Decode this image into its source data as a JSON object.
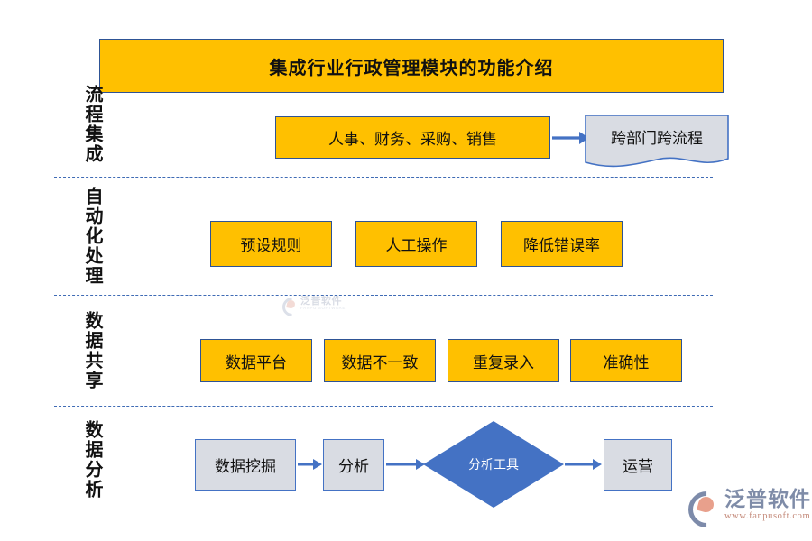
{
  "title": {
    "text": "集成行业行政管理模块的功能介绍"
  },
  "colors": {
    "accent_yellow": "#FFC000",
    "yellow_border": "#2E5395",
    "gray_fill": "#D9DCE3",
    "gray_border": "#4472C4",
    "diamond_fill": "#4472C4",
    "arrow": "#4472C4",
    "divider": "#3F6BB5",
    "brand_text": "#7F8CA8",
    "brand_url": "#C48A7A"
  },
  "rows": [
    {
      "label": "流程集成",
      "nodes": [
        {
          "name": "hr-finance-purchase-sales",
          "text": "人事、财务、采购、销售",
          "shape": "rect",
          "style": "yellow"
        },
        {
          "name": "cross-department-process",
          "text": "跨部门跨流程",
          "shape": "document",
          "style": "gray"
        }
      ],
      "connectors": [
        {
          "name": "arrow-to-cross-department",
          "type": "arrow-right"
        }
      ]
    },
    {
      "label": "自动化处理",
      "nodes": [
        {
          "name": "preset-rules",
          "text": "预设规则",
          "shape": "rect",
          "style": "yellow"
        },
        {
          "name": "manual-operation",
          "text": "人工操作",
          "shape": "rect",
          "style": "yellow"
        },
        {
          "name": "reduce-error-rate",
          "text": "降低错误率",
          "shape": "rect",
          "style": "yellow"
        }
      ],
      "connectors": []
    },
    {
      "label": "数据共享",
      "nodes": [
        {
          "name": "data-platform",
          "text": "数据平台",
          "shape": "rect",
          "style": "yellow"
        },
        {
          "name": "data-inconsistency",
          "text": "数据不一致",
          "shape": "rect",
          "style": "yellow"
        },
        {
          "name": "duplicate-entry",
          "text": "重复录入",
          "shape": "rect",
          "style": "yellow"
        },
        {
          "name": "accuracy",
          "text": "准确性",
          "shape": "rect",
          "style": "yellow"
        }
      ],
      "connectors": []
    },
    {
      "label": "数据分析",
      "nodes": [
        {
          "name": "data-mining",
          "text": "数据挖掘",
          "shape": "rect",
          "style": "gray"
        },
        {
          "name": "analysis",
          "text": "分析",
          "shape": "rect",
          "style": "gray"
        },
        {
          "name": "analysis-tools",
          "text": "分析工具",
          "shape": "diamond",
          "style": "blue"
        },
        {
          "name": "operations",
          "text": "运营",
          "shape": "rect",
          "style": "gray"
        }
      ],
      "connectors": [
        {
          "name": "arrow-mining-to-analysis",
          "type": "arrow-right"
        },
        {
          "name": "arrow-analysis-to-tools",
          "type": "arrow-right"
        },
        {
          "name": "arrow-tools-to-operations",
          "type": "arrow-right"
        }
      ]
    }
  ],
  "watermark": {
    "brand": "泛普软件",
    "sub": "FANPU SOFTWARE"
  },
  "brand": {
    "name": "泛普软件",
    "url": "www.fanpusoft.com"
  }
}
